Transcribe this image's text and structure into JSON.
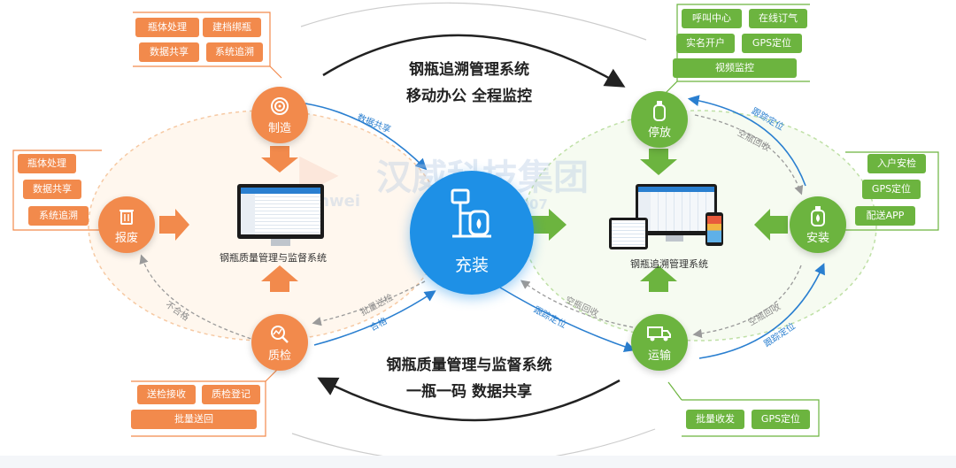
{
  "watermark": {
    "company": "汉威科技集团",
    "brand": "Hanwei",
    "code": "股票代码: 300007"
  },
  "center": {
    "label": "充装"
  },
  "top_text": {
    "line1": "钢瓶追溯管理系统",
    "line2": "移动办公  全程监控"
  },
  "bottom_text": {
    "line1": "钢瓶质量管理与监督系统",
    "line2": "一瓶一码  数据共享"
  },
  "left_system": {
    "caption": "钢瓶质量管理与监督系统"
  },
  "right_system": {
    "caption": "钢瓶追溯管理系统"
  },
  "nodes": {
    "manufacture": {
      "label": "制造"
    },
    "scrap": {
      "label": "报废"
    },
    "inspection": {
      "label": "质检"
    },
    "parking": {
      "label": "停放"
    },
    "install": {
      "label": "安装"
    },
    "transport": {
      "label": "运输"
    }
  },
  "tags": {
    "manufacture": [
      "瓶体处理",
      "建档绑瓶",
      "数据共享",
      "系统追溯"
    ],
    "scrap": [
      "瓶体处理",
      "数据共享",
      "系统追溯"
    ],
    "inspection": [
      "送检接收",
      "质检登记",
      "批量送回"
    ],
    "parking": [
      "呼叫中心",
      "在线订气",
      "实名开户",
      "GPS定位",
      "视频监控"
    ],
    "install": [
      "入户安检",
      "GPS定位",
      "配送APP"
    ],
    "transport": [
      "批量收发",
      "GPS定位"
    ]
  },
  "flow_labels": {
    "data_share": "数据共享",
    "batch_return": "批量送检",
    "qualified": "合格",
    "unqualified": "不合格",
    "track_parking": "跟踪定位",
    "empty_recycle_top": "空瓶回收",
    "empty_recycle_mid": "空瓶回收",
    "track_transport": "跟踪定位",
    "empty_recycle_right": "空瓶回收",
    "track_right": "跟踪定位"
  },
  "colors": {
    "orange": "#f28a4c",
    "green": "#6cb43f",
    "blue": "#1e90e6"
  }
}
